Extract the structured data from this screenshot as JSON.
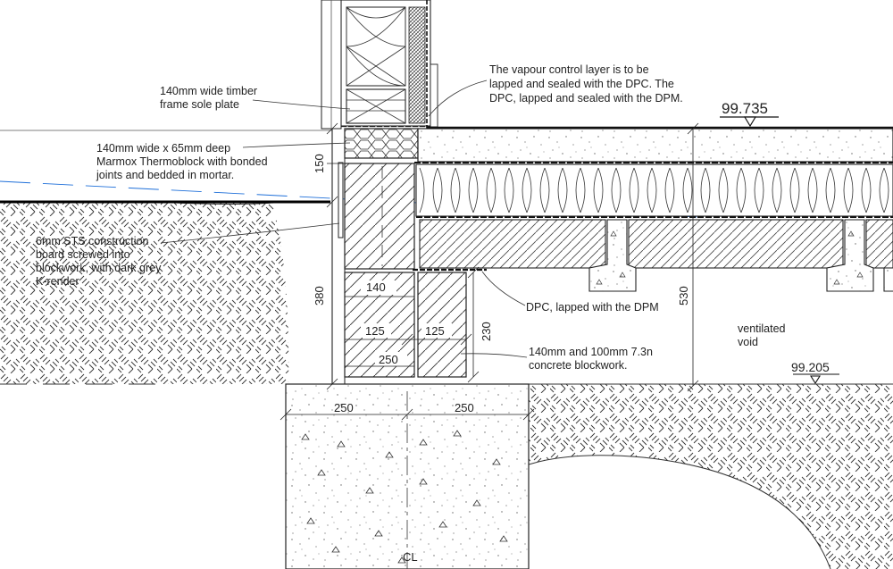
{
  "annotations": {
    "sole_plate": [
      "140mm wide timber",
      "frame sole plate"
    ],
    "thermoblock": [
      "140mm wide x 65mm deep",
      "Marmox Thermoblock with bonded",
      "joints and bedded in mortar."
    ],
    "sts_board": [
      "6mm STS construction",
      "board screwed into",
      "blockwork, with dark grey",
      "K-render"
    ],
    "vapour_layer": [
      "The vapour control layer is to be",
      "lapped and sealed with the DPC. The",
      "DPC, lapped and sealed with the DPM."
    ],
    "dpc": [
      "DPC, lapped with the DPM"
    ],
    "blockwork": [
      "140mm and 100mm 7.3n",
      "concrete blockwork."
    ],
    "void": [
      "ventilated",
      "void"
    ]
  },
  "levels": {
    "floor": "99.735",
    "ground": "99.205"
  },
  "dimensions": {
    "d150": "150",
    "d380": "380",
    "d530": "530",
    "d230": "230",
    "d140": "140",
    "d125a": "125",
    "d125b": "125",
    "d250_block": "250",
    "d250_left": "250",
    "d250_right": "250"
  },
  "centerline": "CL"
}
